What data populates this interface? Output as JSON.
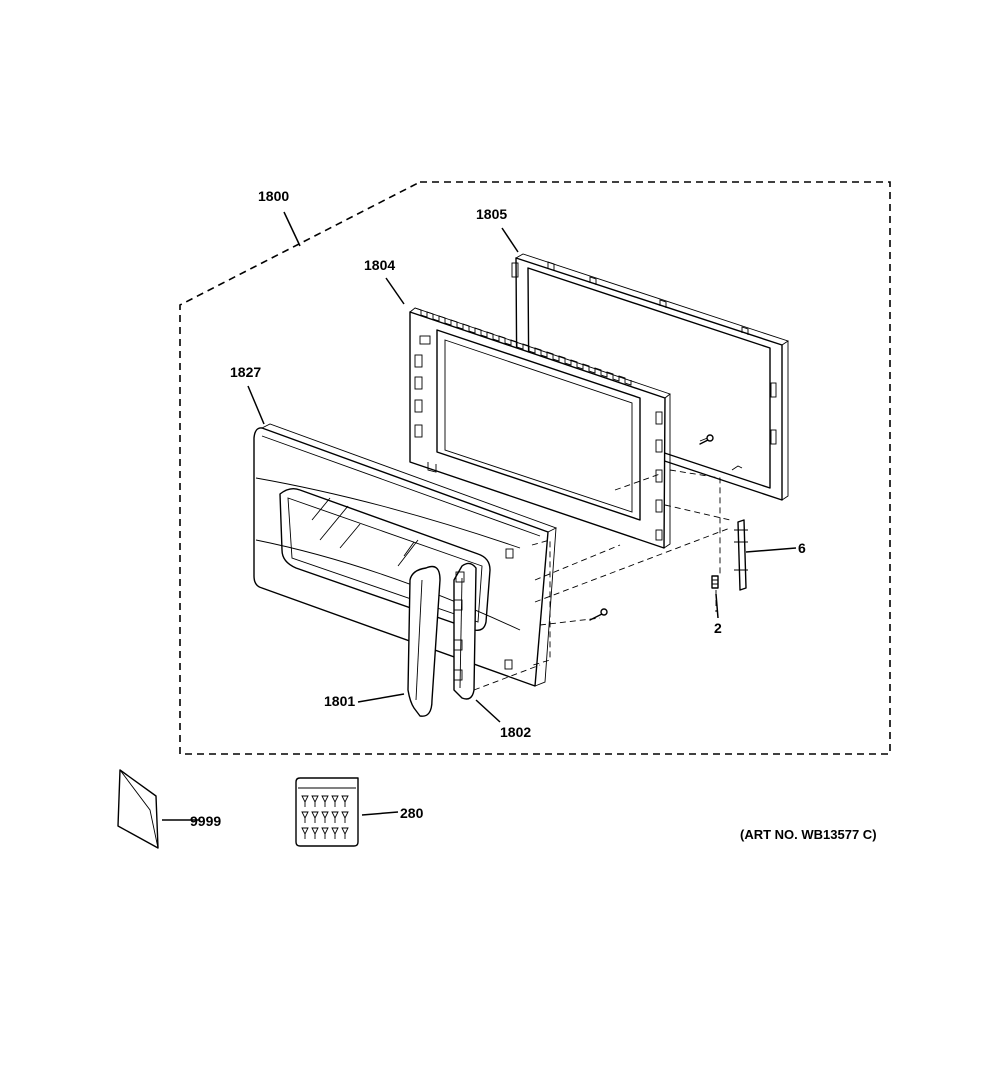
{
  "parts": {
    "p1800": "1800",
    "p1805": "1805",
    "p1804": "1804",
    "p1827": "1827",
    "p6": "6",
    "p2": "2",
    "p1801": "1801",
    "p1802": "1802",
    "p9999": "9999",
    "p280": "280"
  },
  "art_number": "(ART NO. WB13577 C)",
  "icons": {
    "envelope": "literature-envelope-icon",
    "screw_kit": "screw-bag-icon"
  }
}
